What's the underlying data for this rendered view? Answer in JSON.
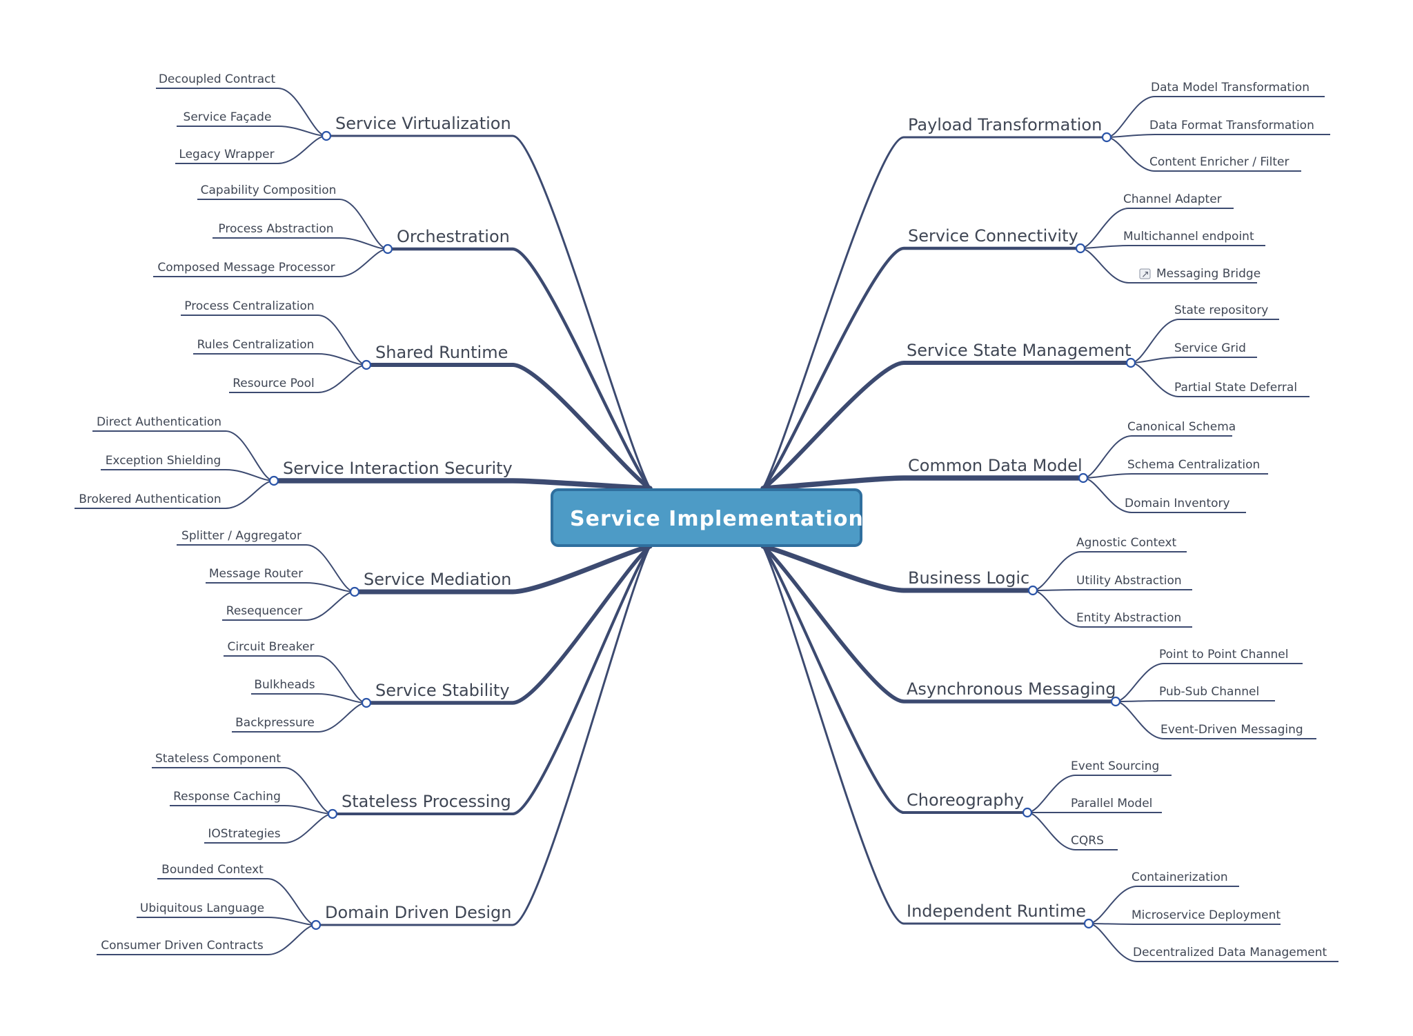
{
  "colors": {
    "line": "#3c4a70",
    "root_fill": "#4d9bc6",
    "root_stroke": "#2f6f9e",
    "knob_fill": "#ffffff",
    "knob_stroke": "#2a54a8",
    "text": "#3f4654"
  },
  "root": {
    "label": "Service Implementation"
  },
  "left_branches": [
    {
      "label": "Service Virtualization",
      "children": [
        "Decoupled Contract",
        "Service Façade",
        "Legacy Wrapper"
      ]
    },
    {
      "label": "Orchestration",
      "children": [
        "Capability Composition",
        "Process Abstraction",
        "Composed Message Processor"
      ]
    },
    {
      "label": "Shared Runtime",
      "children": [
        "Process Centralization",
        "Rules Centralization",
        "Resource Pool"
      ]
    },
    {
      "label": "Service Interaction Security",
      "children": [
        "Direct Authentication",
        "Exception Shielding",
        "Brokered Authentication"
      ]
    },
    {
      "label": "Service Mediation",
      "children": [
        "Splitter / Aggregator",
        "Message Router",
        "Resequencer"
      ]
    },
    {
      "label": "Service Stability",
      "children": [
        "Circuit Breaker",
        "Bulkheads",
        "Backpressure"
      ]
    },
    {
      "label": "Stateless Processing",
      "children": [
        "Stateless Component",
        "Response Caching",
        "IOStrategies"
      ]
    },
    {
      "label": "Domain Driven Design",
      "children": [
        "Bounded Context",
        "Ubiquitous Language",
        "Consumer Driven Contracts"
      ]
    }
  ],
  "right_branches": [
    {
      "label": "Payload Transformation",
      "children": [
        "Data Model Transformation",
        "Data Format Transformation",
        "Content Enricher / Filter"
      ]
    },
    {
      "label": "Service Connectivity",
      "children": [
        "Channel Adapter",
        "Multichannel endpoint",
        "Messaging Bridge"
      ],
      "child_icons": [
        "",
        "",
        "link-icon"
      ]
    },
    {
      "label": "Service State Management",
      "children": [
        "State repository",
        "Service Grid",
        "Partial State Deferral"
      ]
    },
    {
      "label": "Common Data Model",
      "children": [
        "Canonical Schema",
        "Schema Centralization",
        "Domain Inventory"
      ]
    },
    {
      "label": "Business Logic",
      "children": [
        "Agnostic Context",
        "Utility Abstraction",
        "Entity Abstraction"
      ]
    },
    {
      "label": "Asynchronous Messaging",
      "children": [
        "Point to Point Channel",
        "Pub-Sub Channel",
        "Event-Driven Messaging"
      ]
    },
    {
      "label": "Choreography",
      "children": [
        "Event Sourcing",
        "Parallel Model",
        "CQRS"
      ]
    },
    {
      "label": "Independent Runtime",
      "children": [
        "Containerization",
        "Microservice Deployment",
        "Decentralized Data Management"
      ]
    }
  ]
}
